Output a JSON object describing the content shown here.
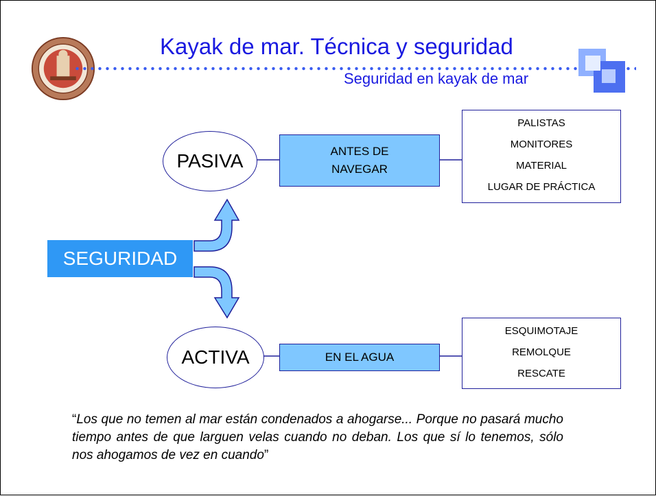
{
  "header": {
    "title": "Kayak de mar. Técnica y seguridad",
    "subtitle": "Seguridad en kayak de mar"
  },
  "diagram": {
    "root": "SEGURIDAD",
    "branches": [
      {
        "label": "PASIVA",
        "phase": [
          "ANTES DE",
          "NAVEGAR"
        ],
        "items": [
          "PALISTAS",
          "MONITORES",
          "MATERIAL",
          "LUGAR DE  PRÁCTICA"
        ]
      },
      {
        "label": "ACTIVA",
        "phase": [
          "EN EL AGUA"
        ],
        "items": [
          "ESQUIMOTAJE",
          "REMOLQUE",
          "RESCATE"
        ]
      }
    ]
  },
  "quote": {
    "open": "“",
    "text": "Los que no temen al mar están condenados a ahogarse... Porque no pasará mucho tiempo antes de que larguen velas cuando no deban. Los que sí lo tenemos, sólo nos ahogamos de vez en cuando",
    "close": "”"
  },
  "colors": {
    "title": "#1a1ae0",
    "root_fill": "#2f98f5",
    "phase_fill": "#7fc7ff",
    "arrow_fill": "#7fc7ff",
    "stroke": "#1f1f9a"
  },
  "icons": {
    "logo": "university-seal-icon",
    "decoration": "overlapping-squares-icon"
  }
}
